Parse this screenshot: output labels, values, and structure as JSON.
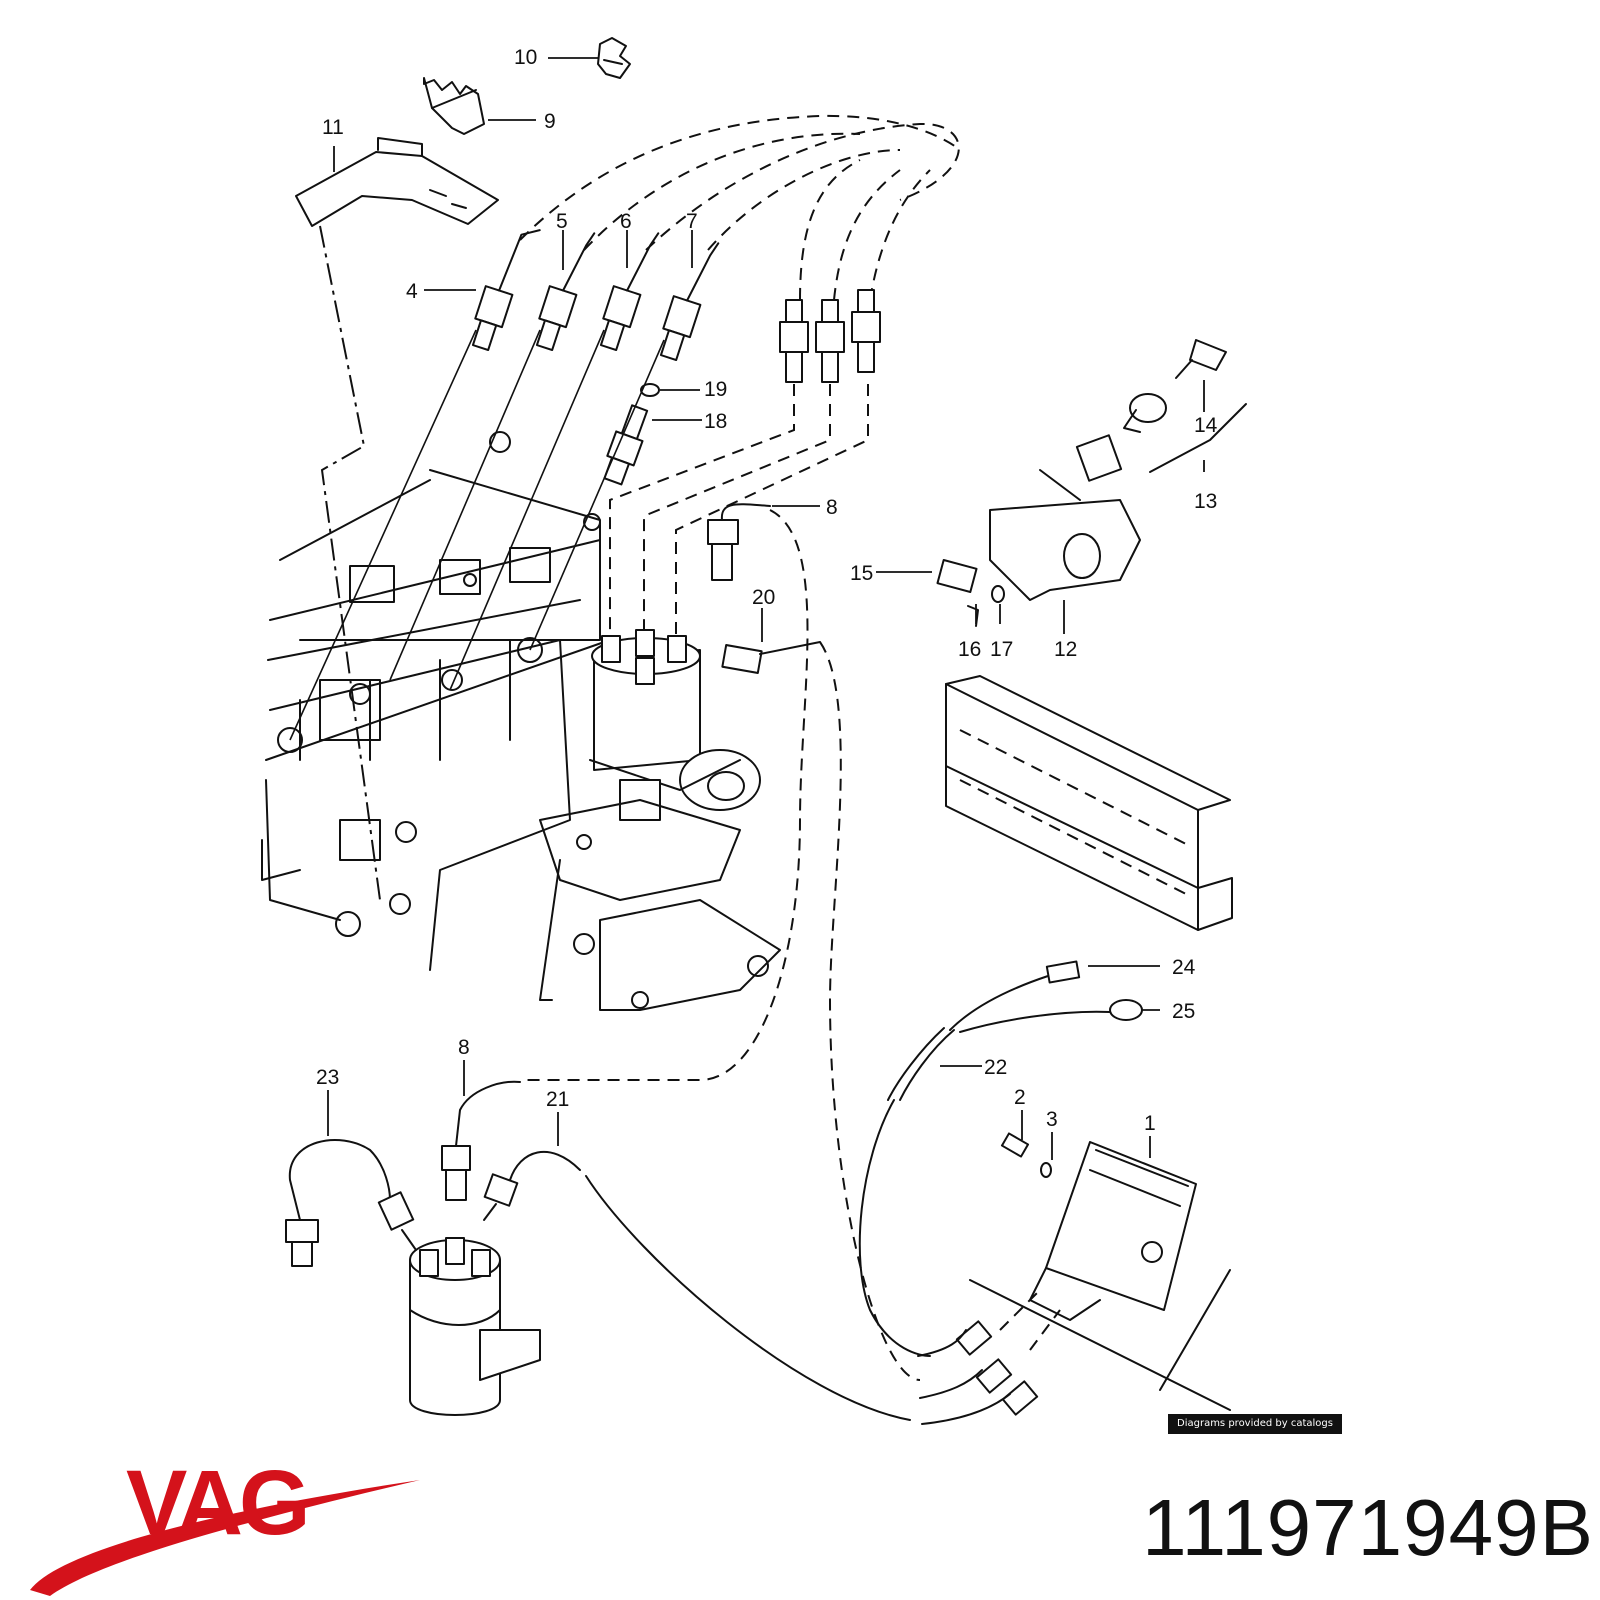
{
  "callouts": [
    "1",
    "2",
    "3",
    "4",
    "5",
    "6",
    "7",
    "8",
    "9",
    "10",
    "11",
    "12",
    "13",
    "14",
    "15",
    "16",
    "17",
    "18",
    "19",
    "20",
    "21",
    "22",
    "23",
    "24",
    "25"
  ],
  "callout_8_secondary": "8",
  "credit": "Diagrams provided by catalogs parts",
  "brand": {
    "text": "VAG",
    "color": "#d4121b"
  },
  "part_number": "111971949B",
  "icons": [
    "vag-logo-swoosh-icon"
  ]
}
